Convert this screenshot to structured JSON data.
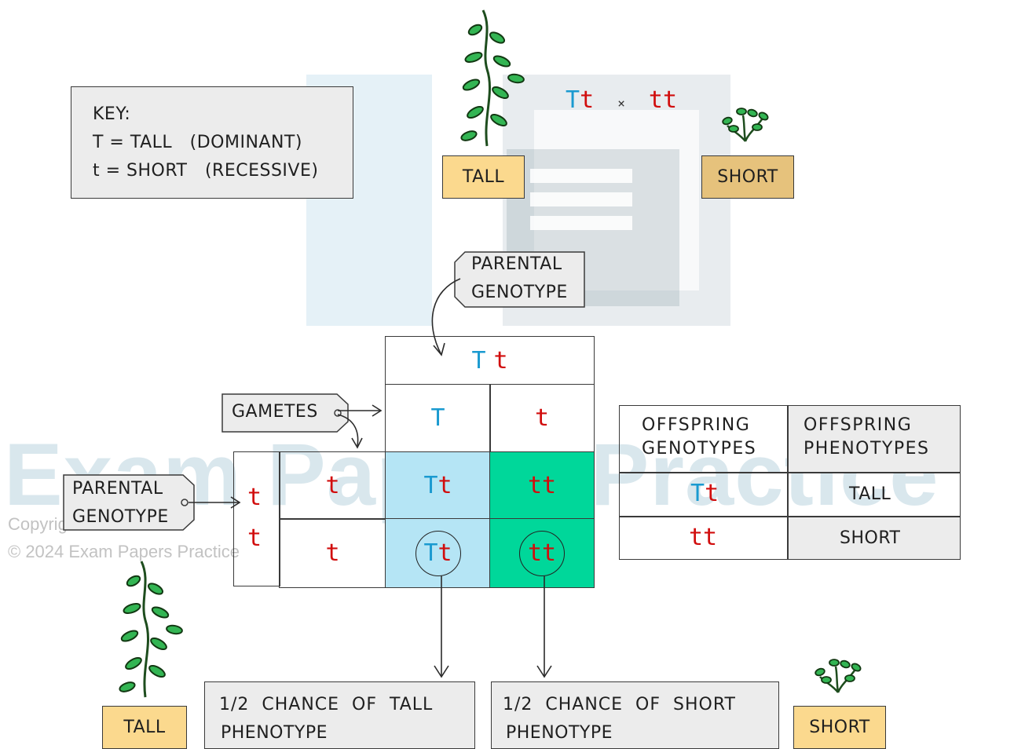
{
  "key": {
    "title": "KEY:",
    "line1": "T = TALL   (DOMINANT)",
    "line2": "t = SHORT   (RECESSIVE)"
  },
  "cross": {
    "parent1": "Tt",
    "times": "×",
    "parent2": "tt"
  },
  "labels": {
    "tall_top": "TALL",
    "short_top": "SHORT",
    "parental_genotype_top": [
      "PARENTAL",
      "GENOTYPE"
    ],
    "gametes": "GAMETES",
    "parental_genotype_left": [
      "PARENTAL",
      "GENOTYPE"
    ],
    "tall_bottom": "TALL",
    "short_bottom": "SHORT"
  },
  "punnett": {
    "top_parent": [
      "T",
      "t"
    ],
    "top_gametes": [
      "T",
      "t"
    ],
    "left_parent": [
      "t",
      "t"
    ],
    "left_gametes": [
      "t",
      "t"
    ],
    "cells": [
      [
        "Tt",
        "tt"
      ],
      [
        "Tt",
        "tt"
      ]
    ]
  },
  "offspring_table": {
    "headers": [
      [
        "OFFSPRING",
        "GENOTYPES"
      ],
      [
        "OFFSPRING",
        "PHENOTYPES"
      ]
    ],
    "rows": [
      {
        "genotype": "Tt",
        "phenotype": "TALL"
      },
      {
        "genotype": "tt",
        "phenotype": "SHORT"
      }
    ]
  },
  "outcomes": {
    "tall": [
      "1/2  CHANCE  OF  TALL",
      "PHENOTYPE"
    ],
    "short": [
      "1/2  CHANCE  OF  SHORT",
      "PHENOTYPE"
    ]
  },
  "watermark": {
    "brand": "Exam Papers Practice",
    "copyright": "Copyright",
    "copyright_line": "© 2024 Exam Papers Practice"
  },
  "colors": {
    "dominant": "#1a9ad0",
    "recessive": "#d10d0d",
    "tall_cell": "#b5e5f5",
    "short_cell": "#00d79a"
  }
}
